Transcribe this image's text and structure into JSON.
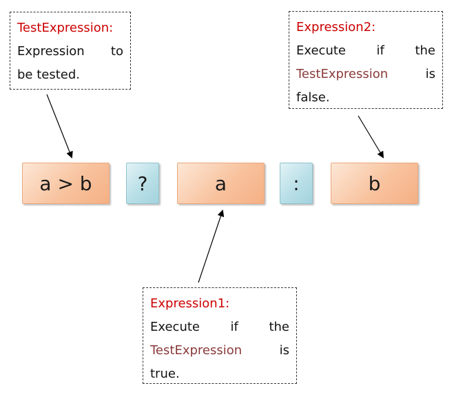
{
  "tokens": {
    "condition": "a > b",
    "question": "?",
    "true_value": "a",
    "colon": ":",
    "false_value": "b"
  },
  "callouts": {
    "test_expression": {
      "title": "TestExpression:",
      "line1_word1": "Expression",
      "line1_word2": "to",
      "line2": "be tested."
    },
    "expression2": {
      "title": "Expression2:",
      "line1_word1": "Execute",
      "line1_word2": "if",
      "line1_word3": "the",
      "line2_keyword": "TestExpression",
      "line2_word2": "is",
      "line3": "false."
    },
    "expression1": {
      "title": "Expression1:",
      "line1_word1": "Execute",
      "line1_word2": "if",
      "line1_word3": "the",
      "line2_keyword": "TestExpression",
      "line2_word2": "is",
      "line3": "true."
    }
  },
  "colors": {
    "title_red": "#cc0000",
    "keyword_brown": "#8b3a3a",
    "token_orange": "#f8c39f",
    "token_blue": "#b9dfe7",
    "arrow": "#000000"
  }
}
